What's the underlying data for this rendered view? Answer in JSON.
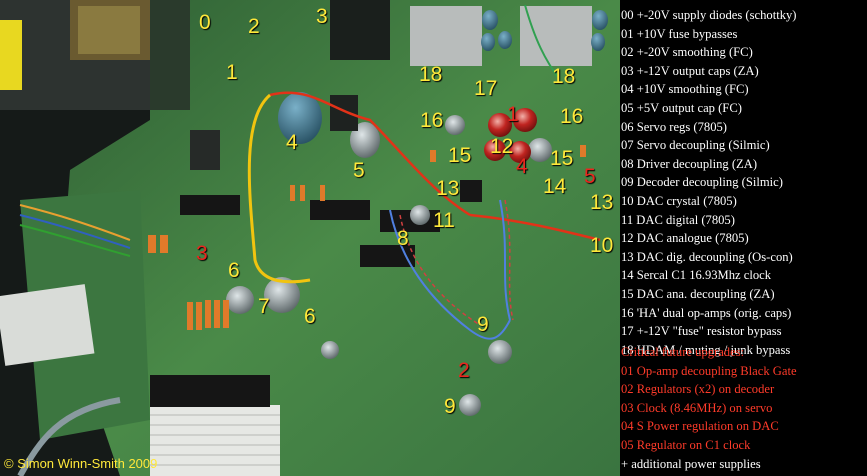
{
  "photo": {
    "numbers": [
      {
        "label": "0",
        "color": "yellow"
      },
      {
        "label": "2",
        "color": "yellow"
      },
      {
        "label": "3",
        "color": "yellow"
      },
      {
        "label": "1",
        "color": "yellow"
      },
      {
        "label": "18",
        "color": "yellow"
      },
      {
        "label": "18",
        "color": "yellow"
      },
      {
        "label": "17",
        "color": "yellow"
      },
      {
        "label": "1",
        "color": "red"
      },
      {
        "label": "16",
        "color": "yellow"
      },
      {
        "label": "16",
        "color": "yellow"
      },
      {
        "label": "4",
        "color": "yellow"
      },
      {
        "label": "15",
        "color": "yellow"
      },
      {
        "label": "12",
        "color": "yellow"
      },
      {
        "label": "15",
        "color": "yellow"
      },
      {
        "label": "5",
        "color": "yellow"
      },
      {
        "label": "4",
        "color": "red"
      },
      {
        "label": "13",
        "color": "yellow"
      },
      {
        "label": "14",
        "color": "yellow"
      },
      {
        "label": "5",
        "color": "red"
      },
      {
        "label": "11",
        "color": "yellow"
      },
      {
        "label": "13",
        "color": "yellow"
      },
      {
        "label": "8",
        "color": "yellow"
      },
      {
        "label": "10",
        "color": "yellow"
      },
      {
        "label": "3",
        "color": "red"
      },
      {
        "label": "6",
        "color": "yellow"
      },
      {
        "label": "7",
        "color": "yellow"
      },
      {
        "label": "6",
        "color": "yellow"
      },
      {
        "label": "9",
        "color": "yellow"
      },
      {
        "label": "2",
        "color": "red"
      },
      {
        "label": "9",
        "color": "yellow"
      }
    ],
    "copyright": "© Simon Winn-Smith 2009"
  },
  "legend": [
    "00 +-20V supply diodes (schottky)",
    "01 +10V fuse bypasses",
    "02 +-20V smoothing (FC)",
    "03 +-12V output caps (ZA)",
    "04 +10V smoothing (FC)",
    "05 +5V output cap (FC)",
    "06 Servo regs (7805)",
    "07 Servo decoupling (Silmic)",
    "08 Driver decoupling (ZA)",
    "09 Decoder decoupling (Silmic)",
    "10 DAC crystal (7805)",
    "11 DAC digital (7805)",
    "12 DAC analogue (7805)",
    "13 DAC dig. decoupling (Os-con)",
    "14 Sercal C1 16.93Mhz clock",
    "15 DAC ana. decoupling (ZA)",
    "16 'HA' dual op-amps (orig. caps)",
    "17 +-12V \"fuse\" resistor bypass",
    "18 HDAM / muting / junk bypass"
  ],
  "upgrades": [
    "Critical future upgrades:",
    "01 Op-amp decoupling Black Gate",
    "02 Regulators (x2) on decoder",
    "03 Clock (8.46MHz) on servo",
    "04 S Power regulation on DAC",
    "05 Regulator on C1 clock",
    "+ additional power supplies"
  ],
  "colors": {
    "label_yellow": "#ffe83a",
    "label_red": "#e8261e",
    "legend_white": "#ffffff",
    "upgrade_red": "#ff3b2a",
    "pcb_green": "#3f7a3e"
  }
}
